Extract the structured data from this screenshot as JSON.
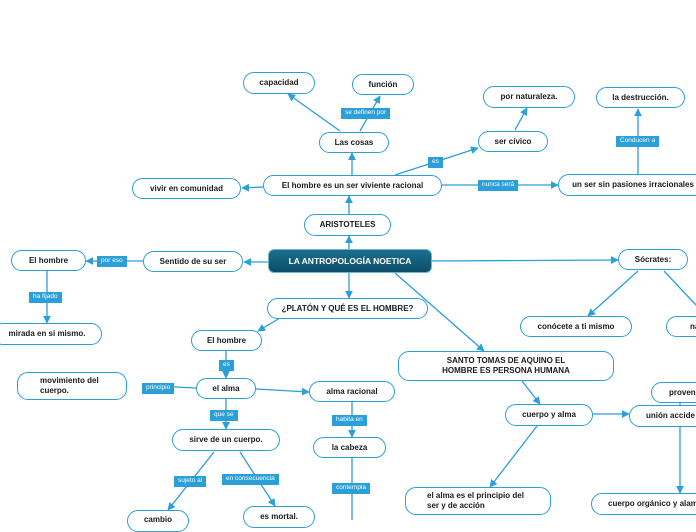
{
  "root": "LA ANTROPOLOGÍA NOETICA",
  "nodes": {
    "capacidad": "capacidad",
    "funcion": "función",
    "las_cosas": "Las cosas",
    "por_naturaleza": "por naturaleza.",
    "la_destruccion": "la destrucción.",
    "ser_civico": "ser cívico",
    "vivir_comunidad": "vivir en comunidad",
    "hombre_viviente": "El hombre es un ser viviente racional",
    "sin_pasiones": "un ser sin pasiones irracionales",
    "aristoteles": "ARISTOTELES",
    "el_hombre_1": "El hombre",
    "sentido": "Sentido de su ser",
    "socrates": "Sócrates:",
    "mirada": "mirada en si mismo.",
    "platon": "¿PLATÓN Y QUÉ ES EL HOMBRE?",
    "conocete": "conócete a ti mismo",
    "nat": "nat",
    "el_hombre_2": "El hombre",
    "santo_tomas": "SANTO TOMAS DE AQUINO EL HOMBRE ES PERSONA HUMANA",
    "movimiento": "movimiento del cuerpo.",
    "el_alma": "el alma",
    "alma_racional": "alma racional",
    "provenir": "proveni",
    "cuerpo_alma": "cuerpo y alma",
    "union": "unión accide",
    "sirve": "sirve de un cuerpo.",
    "la_cabeza": "la cabeza",
    "principio_accion": "el alma es el principio del ser y de acción",
    "organico": "cuerpo orgánico y alam",
    "cambio": "cambio",
    "mortal": "es mortal."
  },
  "labels": {
    "se_definen": "se definen por",
    "es_1": "es",
    "conducen": "Conducen a",
    "nunca_sera": "nunca será",
    "por_eso": "por eso",
    "ha_fijado": "ha fijado",
    "es_2": "es",
    "principio": "principio",
    "que_se": "que se",
    "habita_en": "habita en",
    "sujeto_al": "sujeto al",
    "en_consecuencia": "en consecuencia",
    "contempla": "contempla"
  },
  "colors": {
    "line": "#2a9fd8",
    "root_fill": "#0f587a",
    "label_fill": "#2a9fd8"
  }
}
